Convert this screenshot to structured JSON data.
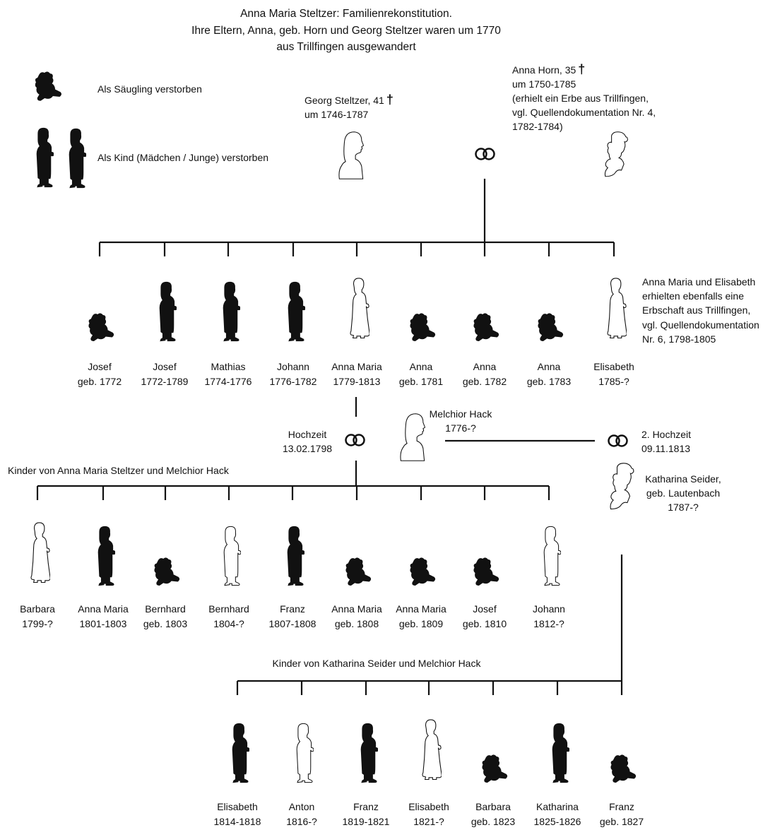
{
  "title": {
    "line1": "Anna Maria Steltzer: Familienrekonstitution.",
    "line2": "Ihre Eltern, Anna, geb. Horn und Georg Steltzer waren um 1770",
    "line3": "aus Trillfingen ausgewandert"
  },
  "legend": {
    "infant_label": "Als Säugling verstorben",
    "child_label": "Als Kind (Mädchen / Junge) verstorben"
  },
  "parents": {
    "father_name": "Georg Steltzer, 41",
    "father_dates": "um 1746-1787",
    "mother_name": "Anna Horn, 35",
    "mother_dates": "um 1750-1785",
    "mother_note1": "(erhielt ein Erbe aus Trillfingen,",
    "mother_note2": "vgl. Quellendokumentation Nr. 4,",
    "mother_note3": "1782-1784)",
    "cross_symbol": "†",
    "ring_symbol": "⚭"
  },
  "generation1_note": [
    "Anna Maria und Elisabeth",
    "erhielten ebenfalls eine",
    "Erbschaft aus Trillfingen,",
    "vgl. Quellendokumentation",
    "Nr. 6, 1798-1805"
  ],
  "generation1": [
    {
      "name": "Josef",
      "dates": "geb. 1772",
      "icon": "infant"
    },
    {
      "name": "Josef",
      "dates": "1772-1789",
      "icon": "child-dark"
    },
    {
      "name": "Mathias",
      "dates": "1774-1776",
      "icon": "child-dark"
    },
    {
      "name": "Johann",
      "dates": "1776-1782",
      "icon": "child-dark"
    },
    {
      "name": "Anna Maria",
      "dates": "1779-1813",
      "icon": "adult-outline"
    },
    {
      "name": "Anna",
      "dates": "geb. 1781",
      "icon": "infant"
    },
    {
      "name": "Anna",
      "dates": "geb. 1782",
      "icon": "infant"
    },
    {
      "name": "Anna",
      "dates": "geb. 1783",
      "icon": "infant"
    },
    {
      "name": "Elisabeth",
      "dates": "1785-?",
      "icon": "adult-outline"
    }
  ],
  "marriage1": {
    "label": "Hochzeit",
    "date": "13.02.1798"
  },
  "melchior": {
    "name": "Melchior Hack",
    "dates": "1776-?"
  },
  "marriage2": {
    "label": "2. Hochzeit",
    "date": "09.11.1813"
  },
  "second_wife": {
    "name": "Katharina Seider,",
    "birthname": "geb. Lautenbach",
    "dates": "1787-?"
  },
  "generation2_label": "Kinder von Anna Maria Steltzer und Melchior Hack",
  "generation2": [
    {
      "name": "Barbara",
      "dates": "1799-?",
      "icon": "adult-outline"
    },
    {
      "name": "Anna Maria",
      "dates": "1801-1803",
      "icon": "child-dark"
    },
    {
      "name": "Bernhard",
      "dates": "geb. 1803",
      "icon": "infant"
    },
    {
      "name": "Bernhard",
      "dates": "1804-?",
      "icon": "child-outline"
    },
    {
      "name": "Franz",
      "dates": "1807-1808",
      "icon": "child-dark"
    },
    {
      "name": "Anna Maria",
      "dates": "geb. 1808",
      "icon": "infant"
    },
    {
      "name": "Anna Maria",
      "dates": "geb. 1809",
      "icon": "infant"
    },
    {
      "name": "Josef",
      "dates": "geb. 1810",
      "icon": "infant"
    },
    {
      "name": "Johann",
      "dates": "1812-?",
      "icon": "child-outline"
    }
  ],
  "generation3_label": "Kinder von Katharina Seider und Melchior Hack",
  "generation3": [
    {
      "name": "Elisabeth",
      "dates": "1814-1818",
      "icon": "child-dark"
    },
    {
      "name": "Anton",
      "dates": "1816-?",
      "icon": "child-outline"
    },
    {
      "name": "Franz",
      "dates": "1819-1821",
      "icon": "child-dark"
    },
    {
      "name": "Elisabeth",
      "dates": "1821-?",
      "icon": "adult-outline"
    },
    {
      "name": "Barbara",
      "dates": "geb. 1823",
      "icon": "infant"
    },
    {
      "name": "Katharina",
      "dates": "1825-1826",
      "icon": "child-dark"
    },
    {
      "name": "Franz",
      "dates": "geb. 1827",
      "icon": "infant"
    }
  ]
}
